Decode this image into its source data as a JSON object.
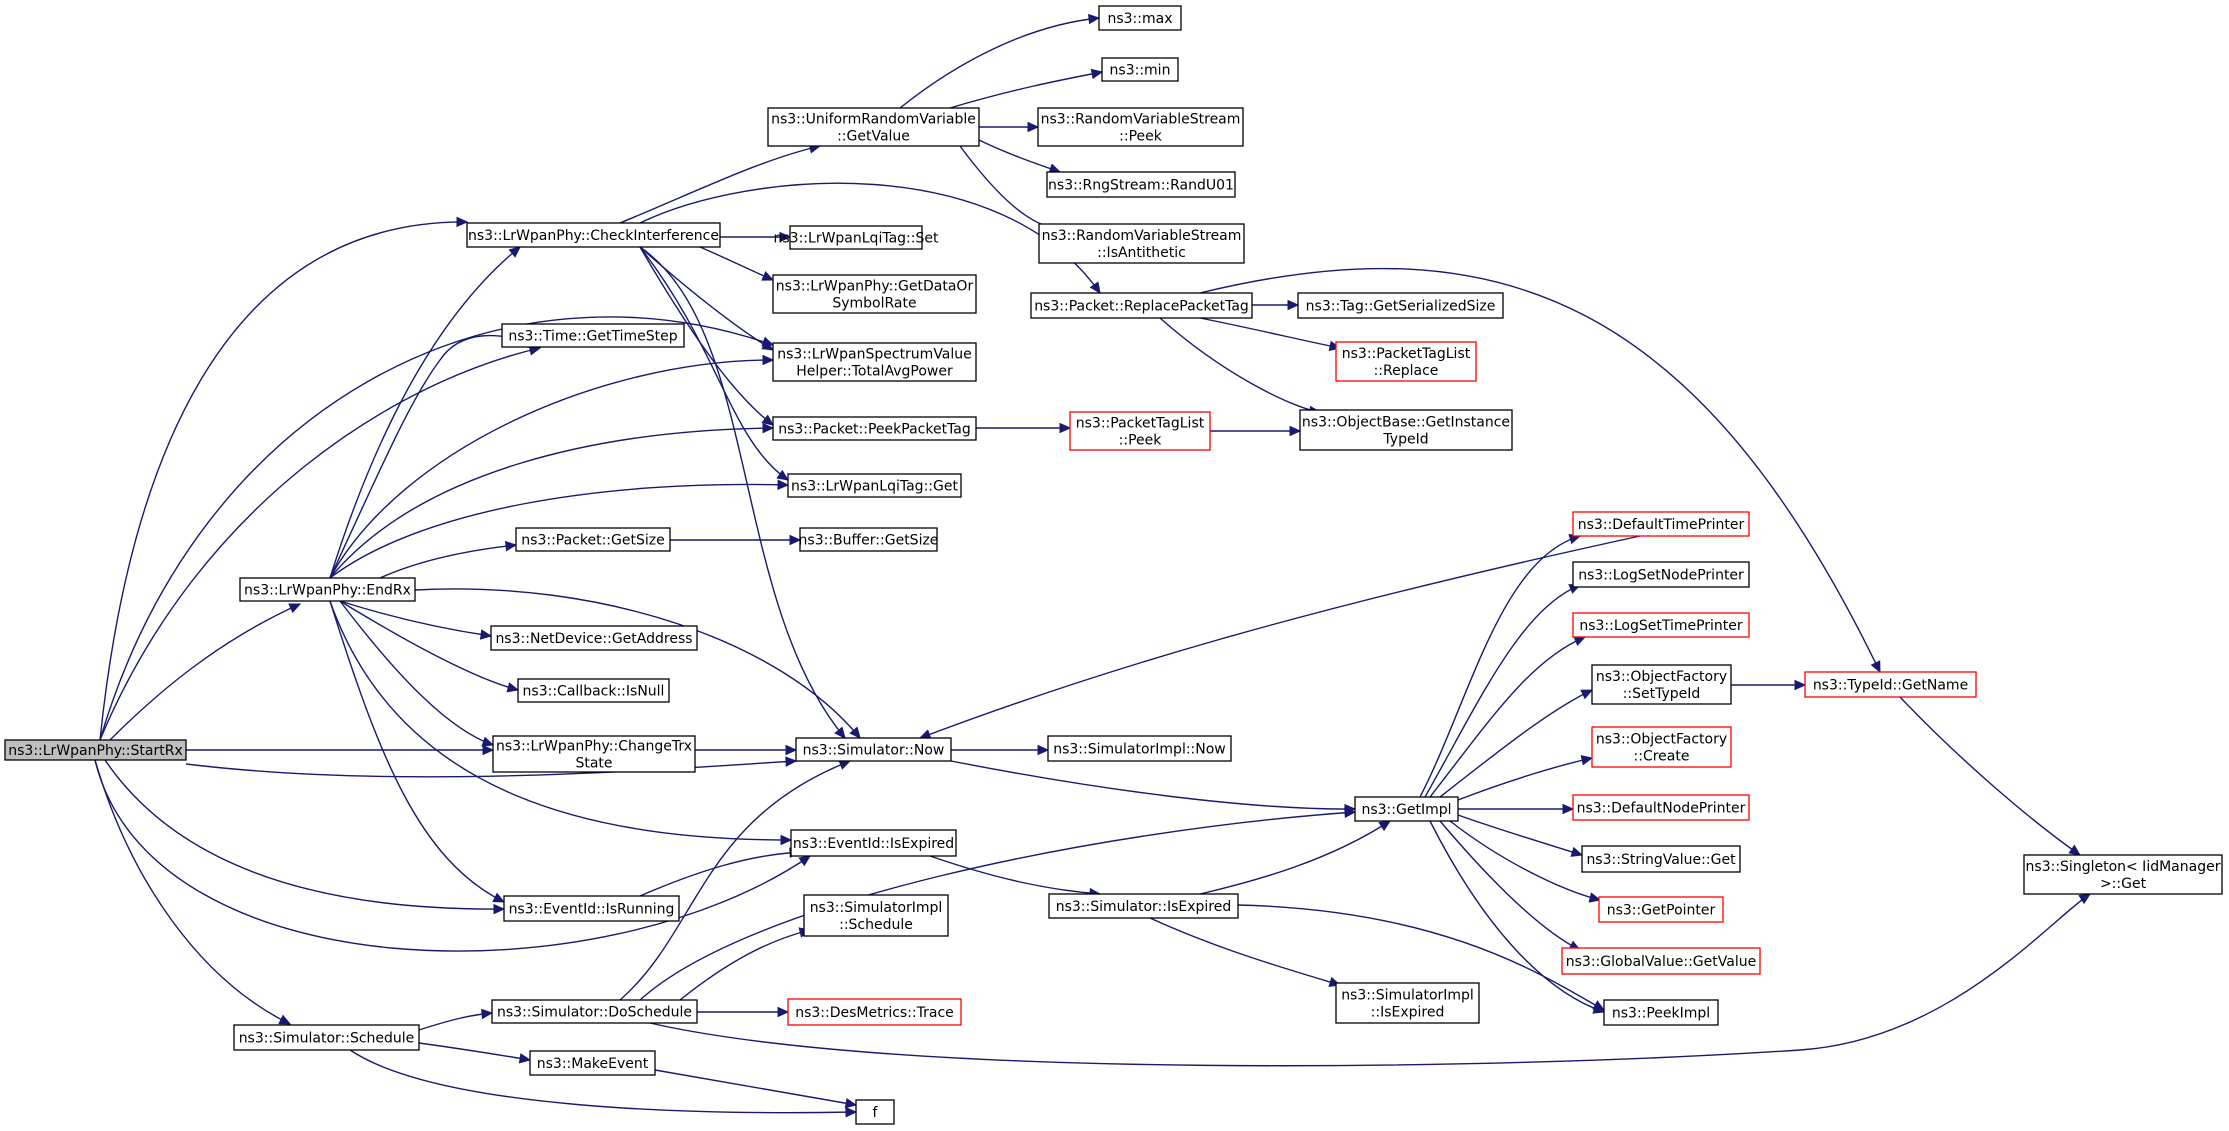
{
  "colors": {
    "edge": "#191970",
    "node_border": "#000000",
    "node_border_truncated": "#ff0000",
    "node_fill": "#ffffff",
    "root_fill": "#bfbfbf"
  },
  "nodes": [
    {
      "id": "startrx",
      "lines": [
        "ns3::LrWpanPhy::StartRx"
      ],
      "root": true
    },
    {
      "id": "checkinterference",
      "lines": [
        "ns3::LrWpanPhy::CheckInterference"
      ]
    },
    {
      "id": "endrx",
      "lines": [
        "ns3::LrWpanPhy::EndRx"
      ]
    },
    {
      "id": "schedule",
      "lines": [
        "ns3::Simulator::Schedule"
      ]
    },
    {
      "id": "uniformgetvalue",
      "lines": [
        "ns3::UniformRandomVariable",
        "::GetValue"
      ]
    },
    {
      "id": "lqitagset",
      "lines": [
        "ns3::LrWpanLqiTag::Set"
      ]
    },
    {
      "id": "getdataorsymbolrate",
      "lines": [
        "ns3::LrWpanPhy::GetDataOr",
        "SymbolRate"
      ]
    },
    {
      "id": "timegettimestep",
      "lines": [
        "ns3::Time::GetTimeStep"
      ]
    },
    {
      "id": "totalavgpower",
      "lines": [
        "ns3::LrWpanSpectrumValue",
        "Helper::TotalAvgPower"
      ]
    },
    {
      "id": "peekpackettag",
      "lines": [
        "ns3::Packet::PeekPacketTag"
      ]
    },
    {
      "id": "lqitagget",
      "lines": [
        "ns3::LrWpanLqiTag::Get"
      ]
    },
    {
      "id": "packetgetsize",
      "lines": [
        "ns3::Packet::GetSize"
      ]
    },
    {
      "id": "netdevicegetaddress",
      "lines": [
        "ns3::NetDevice::GetAddress"
      ]
    },
    {
      "id": "callbackisnull",
      "lines": [
        "ns3::Callback::IsNull"
      ]
    },
    {
      "id": "changetrxstate",
      "lines": [
        "ns3::LrWpanPhy::ChangeTrx",
        "State"
      ]
    },
    {
      "id": "simulatornow",
      "lines": [
        "ns3::Simulator::Now"
      ]
    },
    {
      "id": "eventidisexpired",
      "lines": [
        "ns3::EventId::IsExpired"
      ]
    },
    {
      "id": "eventidisrunning",
      "lines": [
        "ns3::EventId::IsRunning"
      ]
    },
    {
      "id": "doschedule",
      "lines": [
        "ns3::Simulator::DoSchedule"
      ]
    },
    {
      "id": "makeevent",
      "lines": [
        "ns3::MakeEvent"
      ]
    },
    {
      "id": "f",
      "lines": [
        "f"
      ]
    },
    {
      "id": "max",
      "lines": [
        "ns3::max"
      ]
    },
    {
      "id": "min",
      "lines": [
        "ns3::min"
      ]
    },
    {
      "id": "rvspeek",
      "lines": [
        "ns3::RandomVariableStream",
        "::Peek"
      ]
    },
    {
      "id": "randu01",
      "lines": [
        "ns3::RngStream::RandU01"
      ]
    },
    {
      "id": "isantithetic",
      "lines": [
        "ns3::RandomVariableStream",
        "::IsAntithetic"
      ]
    },
    {
      "id": "replacepackettag",
      "lines": [
        "ns3::Packet::ReplacePacketTag"
      ]
    },
    {
      "id": "taggetserializedsize",
      "lines": [
        "ns3::Tag::GetSerializedSize"
      ]
    },
    {
      "id": "packettaglistreplace",
      "lines": [
        "ns3::PacketTagList",
        "::Replace"
      ],
      "truncated": true
    },
    {
      "id": "packettaglistpeek",
      "lines": [
        "ns3::PacketTagList",
        "::Peek"
      ],
      "truncated": true
    },
    {
      "id": "getinstancetypeid",
      "lines": [
        "ns3::ObjectBase::GetInstance",
        "TypeId"
      ]
    },
    {
      "id": "buffergetsize",
      "lines": [
        "ns3::Buffer::GetSize"
      ]
    },
    {
      "id": "simulatorimplnow",
      "lines": [
        "ns3::SimulatorImpl::Now"
      ]
    },
    {
      "id": "simulatorisexpired",
      "lines": [
        "ns3::Simulator::IsExpired"
      ]
    },
    {
      "id": "simulatorimplschedule",
      "lines": [
        "ns3::SimulatorImpl",
        "::Schedule"
      ]
    },
    {
      "id": "desmetricstrace",
      "lines": [
        "ns3::DesMetrics::Trace"
      ],
      "truncated": true
    },
    {
      "id": "simulatorimplisexpired",
      "lines": [
        "ns3::SimulatorImpl",
        "::IsExpired"
      ]
    },
    {
      "id": "getimpl",
      "lines": [
        "ns3::GetImpl"
      ]
    },
    {
      "id": "defaulttimeprinter",
      "lines": [
        "ns3::DefaultTimePrinter"
      ],
      "truncated": true
    },
    {
      "id": "logsetnodeprinter",
      "lines": [
        "ns3::LogSetNodePrinter"
      ]
    },
    {
      "id": "logsettimeprinter",
      "lines": [
        "ns3::LogSetTimePrinter"
      ],
      "truncated": true
    },
    {
      "id": "objectfactorysettypeid",
      "lines": [
        "ns3::ObjectFactory",
        "::SetTypeId"
      ]
    },
    {
      "id": "objectfactorycreate",
      "lines": [
        "ns3::ObjectFactory",
        "::Create"
      ],
      "truncated": true
    },
    {
      "id": "defaultnodeprinter",
      "lines": [
        "ns3::DefaultNodePrinter"
      ],
      "truncated": true
    },
    {
      "id": "stringvalueget",
      "lines": [
        "ns3::StringValue::Get"
      ]
    },
    {
      "id": "getpointer",
      "lines": [
        "ns3::GetPointer"
      ],
      "truncated": true
    },
    {
      "id": "globalvaluegetvalue",
      "lines": [
        "ns3::GlobalValue::GetValue"
      ],
      "truncated": true
    },
    {
      "id": "peekimpl",
      "lines": [
        "ns3::PeekImpl"
      ]
    },
    {
      "id": "typeidgetname",
      "lines": [
        "ns3::TypeId::GetName"
      ],
      "truncated": true
    },
    {
      "id": "singletonget",
      "lines": [
        "ns3::Singleton< IidManager",
        ">::Get"
      ]
    }
  ],
  "edges": [
    [
      "startrx",
      "checkinterference"
    ],
    [
      "startrx",
      "endrx"
    ],
    [
      "startrx",
      "schedule"
    ],
    [
      "startrx",
      "totalavgpower"
    ],
    [
      "startrx",
      "timegettimestep"
    ],
    [
      "startrx",
      "changetrxstate"
    ],
    [
      "startrx",
      "simulatornow"
    ],
    [
      "startrx",
      "eventidisexpired"
    ],
    [
      "startrx",
      "eventidisrunning"
    ],
    [
      "checkinterference",
      "uniformgetvalue"
    ],
    [
      "checkinterference",
      "lqitagset"
    ],
    [
      "checkinterference",
      "getdataorsymbolrate"
    ],
    [
      "checkinterference",
      "totalavgpower"
    ],
    [
      "checkinterference",
      "peekpackettag"
    ],
    [
      "checkinterference",
      "lqitagget"
    ],
    [
      "checkinterference",
      "replacepackettag"
    ],
    [
      "checkinterference",
      "simulatornow"
    ],
    [
      "endrx",
      "checkinterference"
    ],
    [
      "endrx",
      "timegettimestep"
    ],
    [
      "endrx",
      "totalavgpower"
    ],
    [
      "endrx",
      "peekpackettag"
    ],
    [
      "endrx",
      "lqitagget"
    ],
    [
      "endrx",
      "packetgetsize"
    ],
    [
      "endrx",
      "netdevicegetaddress"
    ],
    [
      "endrx",
      "callbackisnull"
    ],
    [
      "endrx",
      "changetrxstate"
    ],
    [
      "endrx",
      "simulatornow"
    ],
    [
      "endrx",
      "eventidisexpired"
    ],
    [
      "endrx",
      "eventidisrunning"
    ],
    [
      "schedule",
      "doschedule"
    ],
    [
      "schedule",
      "makeevent"
    ],
    [
      "schedule",
      "f"
    ],
    [
      "uniformgetvalue",
      "max"
    ],
    [
      "uniformgetvalue",
      "min"
    ],
    [
      "uniformgetvalue",
      "rvspeek"
    ],
    [
      "uniformgetvalue",
      "randu01"
    ],
    [
      "uniformgetvalue",
      "isantithetic"
    ],
    [
      "replacepackettag",
      "taggetserializedsize"
    ],
    [
      "replacepackettag",
      "packettaglistreplace"
    ],
    [
      "replacepackettag",
      "getinstancetypeid"
    ],
    [
      "replacepackettag",
      "typeidgetname"
    ],
    [
      "peekpackettag",
      "packettaglistpeek"
    ],
    [
      "packettaglistpeek",
      "getinstancetypeid"
    ],
    [
      "packetgetsize",
      "buffergetsize"
    ],
    [
      "changetrxstate",
      "simulatornow"
    ],
    [
      "simulatornow",
      "simulatorimplnow"
    ],
    [
      "simulatornow",
      "getimpl"
    ],
    [
      "eventidisrunning",
      "eventidisexpired"
    ],
    [
      "eventidisexpired",
      "simulatorisexpired"
    ],
    [
      "doschedule",
      "simulatornow"
    ],
    [
      "doschedule",
      "simulatorimplschedule"
    ],
    [
      "doschedule",
      "desmetricstrace"
    ],
    [
      "doschedule",
      "getimpl"
    ],
    [
      "doschedule",
      "singletonget"
    ],
    [
      "makeevent",
      "f"
    ],
    [
      "simulatorisexpired",
      "getimpl"
    ],
    [
      "simulatorisexpired",
      "simulatorimplisexpired"
    ],
    [
      "simulatorisexpired",
      "peekimpl"
    ],
    [
      "getimpl",
      "defaulttimeprinter"
    ],
    [
      "getimpl",
      "logsetnodeprinter"
    ],
    [
      "getimpl",
      "logsettimeprinter"
    ],
    [
      "getimpl",
      "objectfactorysettypeid"
    ],
    [
      "getimpl",
      "objectfactorycreate"
    ],
    [
      "getimpl",
      "defaultnodeprinter"
    ],
    [
      "getimpl",
      "stringvalueget"
    ],
    [
      "getimpl",
      "getpointer"
    ],
    [
      "getimpl",
      "globalvaluegetvalue"
    ],
    [
      "getimpl",
      "peekimpl"
    ],
    [
      "defaulttimeprinter",
      "simulatornow"
    ],
    [
      "objectfactorysettypeid",
      "typeidgetname"
    ],
    [
      "typeidgetname",
      "singletonget"
    ]
  ]
}
